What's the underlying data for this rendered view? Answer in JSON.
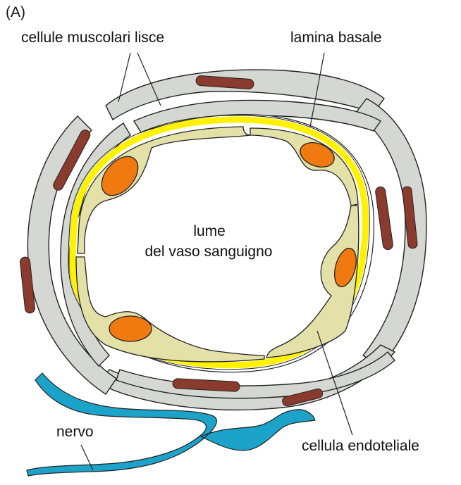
{
  "figure": {
    "panel_label": "(A)",
    "labels": {
      "smooth_muscle": "cellule muscolari lisce",
      "basal_lamina": "lamina basale",
      "lumen_line1": "lume",
      "lumen_line2": "del vaso sanguigno",
      "nerve": "nervo",
      "endothelial_cell": "cellula endoteliale"
    }
  },
  "colors": {
    "muscle_fill": "#d5d8d2",
    "muscle_nucleus": "#8b3a2e",
    "lamina": "#fff200",
    "endothelial_fill": "#e3e1a8",
    "endothelial_nucleus": "#f07a10",
    "nerve": "#1ba3c9",
    "outline": "#222222"
  }
}
